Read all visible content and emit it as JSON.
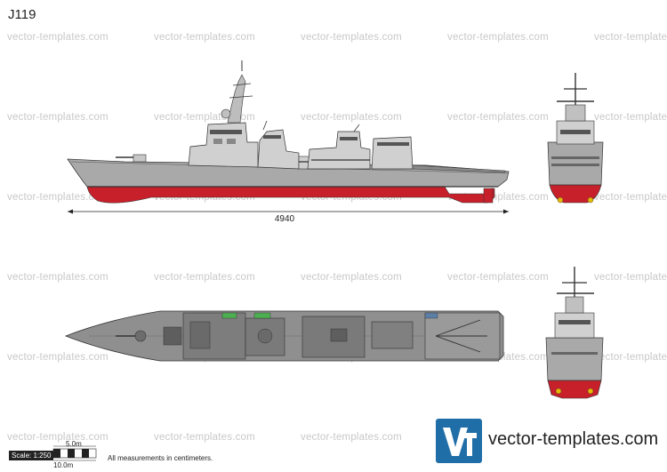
{
  "title": "J119",
  "watermark_text": "vector-templates.com",
  "dimension_label": "4940",
  "scale": {
    "top_label": "5.0m",
    "tag": "Scale: 1:250",
    "bottom_label": "10.0m"
  },
  "note": "All measurements in centimeters.",
  "brand": {
    "logo_icon": "vt-logo-icon",
    "text": "vector-templates.com",
    "color": "#1f6ea8"
  },
  "colors": {
    "hull_gray": "#a9a9a9",
    "hull_red": "#c8202a",
    "deck_dark": "#6d6d6d",
    "superstructure": "#d0d0d0"
  }
}
